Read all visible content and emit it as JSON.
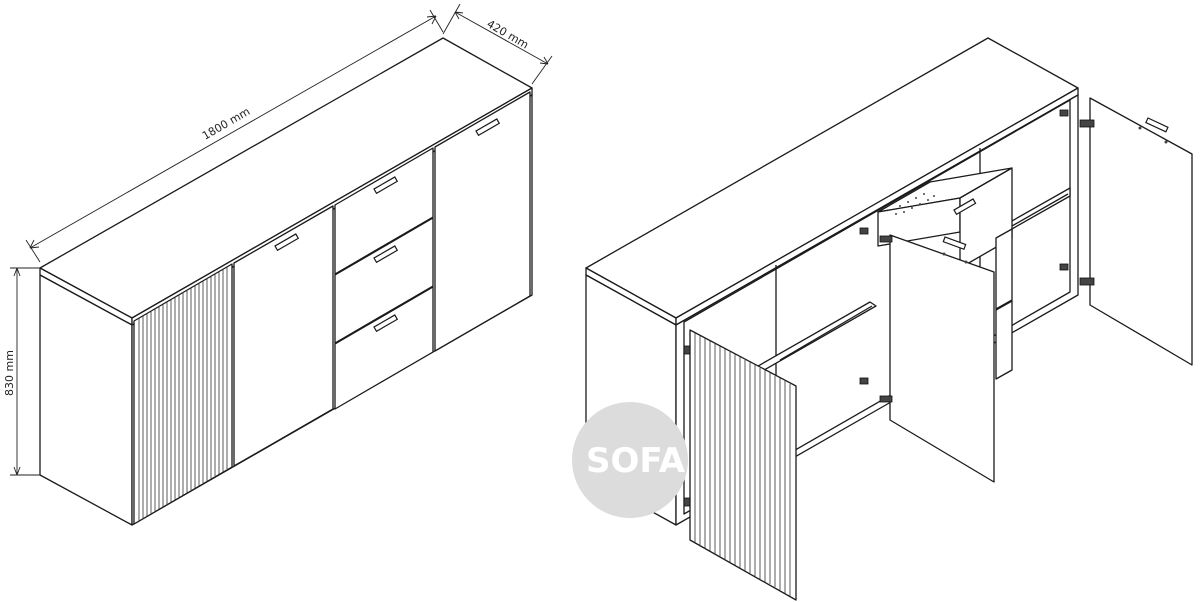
{
  "dimensions": {
    "width_label": "1800 mm",
    "depth_label": "420 mm",
    "height_label": "830 mm"
  },
  "watermark": {
    "text": "SOFA"
  },
  "colors": {
    "line": "#1a1a1a",
    "background": "#ffffff",
    "watermark": "#dcdcdc"
  }
}
